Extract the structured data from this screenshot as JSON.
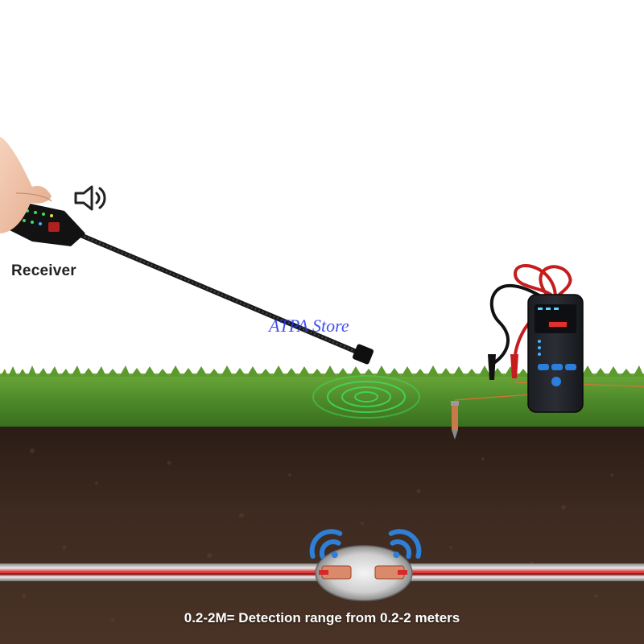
{
  "labels": {
    "receiver": "Receiver",
    "watermark": "ATPA Store",
    "caption": "0.2-2M= Detection range from 0.2-2 meters"
  },
  "colors": {
    "grass": "#4e8a2a",
    "soil": "#3d2a20",
    "signal": "#2e7fd6",
    "probe_wave": "#3ddc5a",
    "wire_red": "#d42a2a",
    "watermark": "#2233ee"
  },
  "icons": {
    "speaker": "speaker-sound-icon",
    "wifi_left": "wifi-signal-icon",
    "wifi_right": "wifi-signal-icon"
  }
}
